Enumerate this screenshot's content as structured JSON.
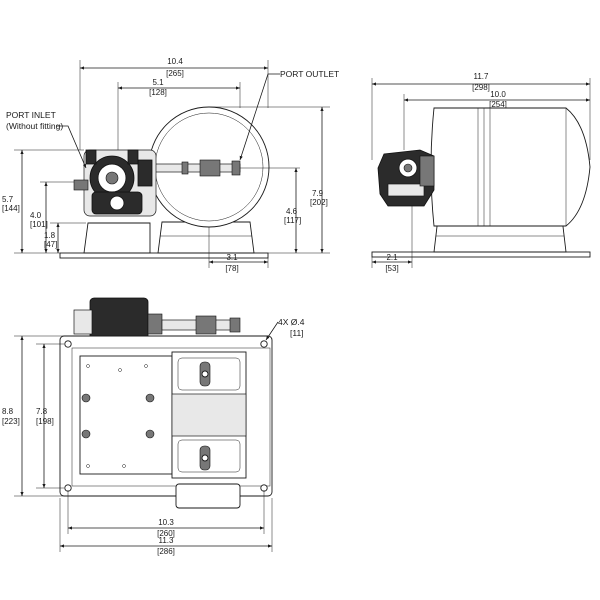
{
  "labels": {
    "port_outlet": "PORT OUTLET",
    "port_inlet": "PORT INLET",
    "port_inlet_note": "(Without fitting)",
    "hole_callout": "4X Ø.4",
    "hole_callout_mm": "[11]"
  },
  "dims": {
    "front_width_in": "10.4",
    "front_width_mm": "[265]",
    "inlet_outlet_in": "5.1",
    "inlet_outlet_mm": "[128]",
    "height_in": "5.7",
    "height_mm": "[144]",
    "inlet_height_in": "4.0",
    "inlet_height_mm": "[101]",
    "base_height_in": "1.8",
    "base_height_mm": "[47]",
    "tank_height_in": "7.9",
    "tank_height_mm": "[202]",
    "outlet_height_in": "4.6",
    "outlet_height_mm": "[117]",
    "tank_offset_in": "3.1",
    "tank_offset_mm": "[78]",
    "side_total_in": "11.7",
    "side_total_mm": "[298]",
    "side_tank_in": "10.0",
    "side_tank_mm": "[254]",
    "side_pump_in": "2.1",
    "side_pump_mm": "[53]",
    "top_depth_in": "8.8",
    "top_depth_mm": "[223]",
    "top_hole_depth_in": "7.8",
    "top_hole_depth_mm": "[198]",
    "top_hole_width_in": "10.3",
    "top_hole_width_mm": "[260]",
    "top_width_in": "11.3",
    "top_width_mm": "[286]"
  }
}
